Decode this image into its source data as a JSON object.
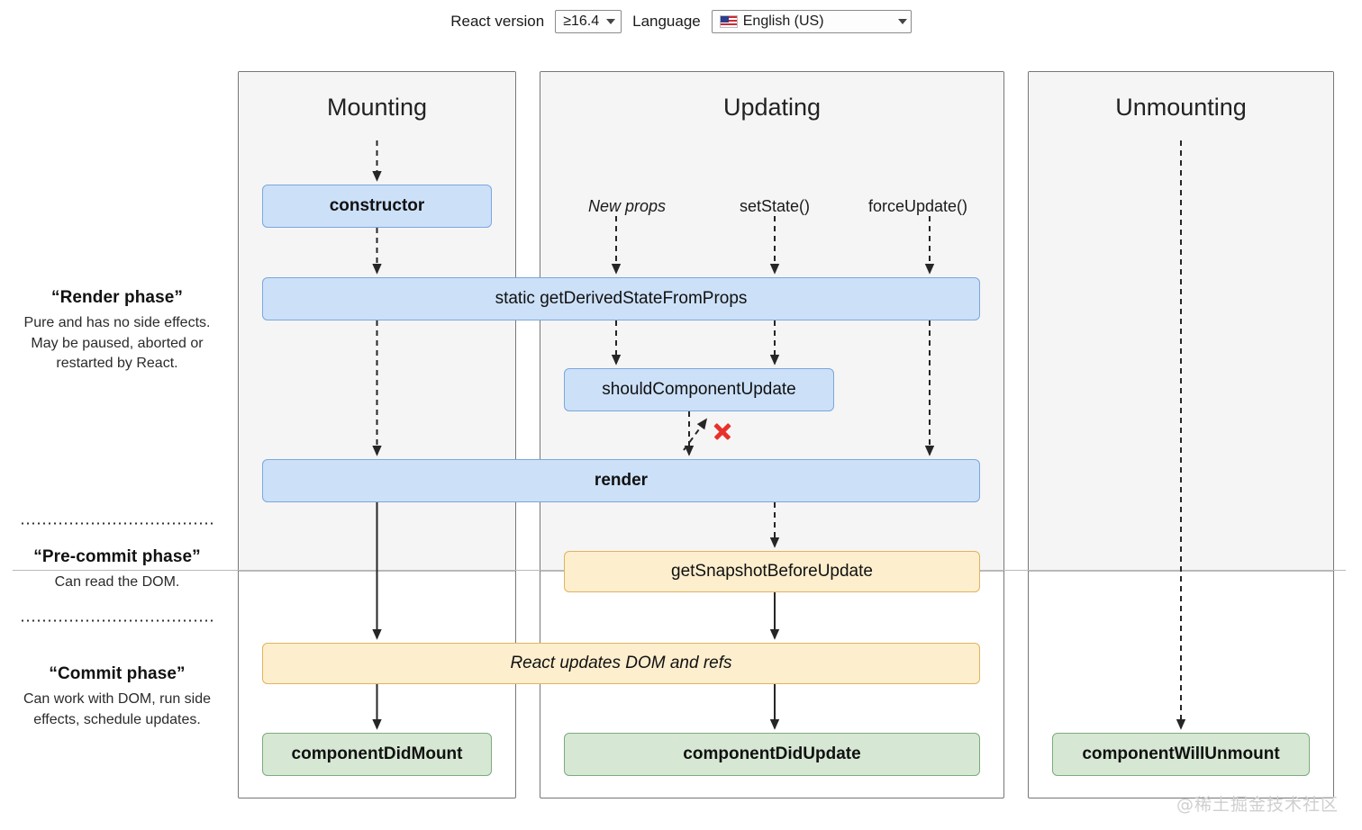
{
  "controls": {
    "react_version_label": "React version",
    "react_version_value": "≥16.4",
    "language_label": "Language",
    "language_value": "English (US)",
    "language_flag_icon": "us-flag-icon"
  },
  "legend": {
    "render_phase": {
      "title": "“Render phase”",
      "description": "Pure and has no side effects. May be paused, aborted or restarted by React."
    },
    "pre_commit_phase": {
      "title": "“Pre-commit phase”",
      "description": "Can read the DOM."
    },
    "commit_phase": {
      "title": "“Commit phase”",
      "description": "Can work with DOM, run side effects, schedule updates."
    }
  },
  "columns": {
    "mounting": "Mounting",
    "updating": "Updating",
    "unmounting": "Unmounting"
  },
  "triggers": {
    "new_props": "New props",
    "set_state": "setState()",
    "force_update": "forceUpdate()"
  },
  "lifecycle": {
    "constructor": "constructor",
    "get_derived_state_from_props": "static getDerivedStateFromProps",
    "should_component_update": "shouldComponentUpdate",
    "render": "render",
    "get_snapshot_before_update": "getSnapshotBeforeUpdate",
    "react_updates_dom": "React updates DOM and refs",
    "component_did_mount": "componentDidMount",
    "component_did_update": "componentDidUpdate",
    "component_will_unmount": "componentWillUnmount"
  },
  "annotations": {
    "skip_render_marker": "red-x-skip-render"
  },
  "watermark": "@稀土掘金技术社区",
  "colors": {
    "render_phase_box_fill": "#cce0f8",
    "render_phase_box_border": "#7ba7dd",
    "pre_commit_box_fill": "#fdeecd",
    "pre_commit_box_border": "#dfb45f",
    "commit_box_fill": "#d6e8d3",
    "commit_box_border": "#7cab7e",
    "panel_fill": "#f5f5f5",
    "skip_marker": "#e8312a"
  }
}
